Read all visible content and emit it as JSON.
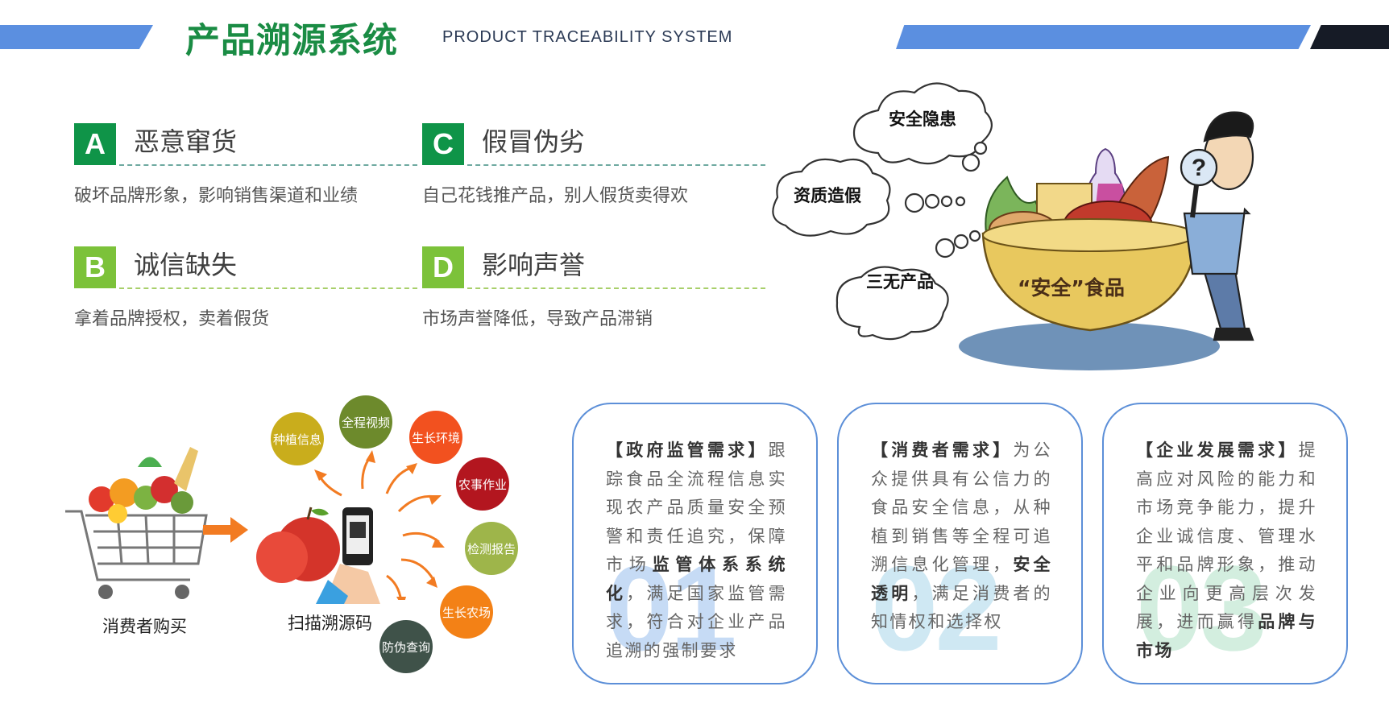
{
  "header": {
    "title": "产品溯源系统",
    "subtitle": "PRODUCT TRACEABILITY SYSTEM",
    "colors": {
      "accent_blue": "#5b8fe0",
      "dark": "#161b26",
      "title_green": "#1a8c44"
    }
  },
  "problems": [
    {
      "letter": "A",
      "title": "恶意窜货",
      "desc": "破坏品牌形象，影响销售渠道和业绩"
    },
    {
      "letter": "B",
      "title": "诚信缺失",
      "desc": "拿着品牌授权，卖着假货"
    },
    {
      "letter": "C",
      "title": "假冒伪劣",
      "desc": "自己花钱推产品，别人假货卖得欢"
    },
    {
      "letter": "D",
      "title": "影响声誉",
      "desc": "市场声誉降低，导致产品滞销"
    }
  ],
  "cartoon": {
    "clouds": [
      "安全隐患",
      "资质造假",
      "三无产品"
    ],
    "bowl_label": "“安全”食品"
  },
  "flow": {
    "step1": "消费者购买",
    "step2": "扫描溯源码",
    "circles": [
      {
        "label": "种植信息",
        "color": "#c9ad1c"
      },
      {
        "label": "全程视频",
        "color": "#6d8a2c"
      },
      {
        "label": "生长环境",
        "color": "#f2511f"
      },
      {
        "label": "农事作业",
        "color": "#b3161f"
      },
      {
        "label": "检测报告",
        "color": "#9eb54a"
      },
      {
        "label": "生长农场",
        "color": "#f38116"
      },
      {
        "label": "防伪查询",
        "color": "#3f5249"
      }
    ]
  },
  "cards": [
    {
      "number": "01",
      "head": "【政府监管需求】",
      "body1": "跟踪食品全流程信息实现农产品质量安全预警和责任追究，保障市场",
      "bold": "监管体系系统化",
      "body2": "，满足国家监管需求，符合对企业产品追溯的强制要求",
      "watermark_color": "#c6dbf5"
    },
    {
      "number": "02",
      "head": "【消费者需求】",
      "body1": "为公众提供具有公信力的食品安全信息，从种植到销售等全程可追溯信息化管理，",
      "bold": "安全透明",
      "body2": "，满足消费者的知情权和选择权",
      "watermark_color": "#cfe8f3"
    },
    {
      "number": "03",
      "head": "【企业发展需求】",
      "body1": "提高应对风险的能力和市场竞争能力，提升企业诚信度、管理水平和品牌形象，推动企业向更高层次发展，进而赢得",
      "bold": "品牌与市场",
      "body2": "",
      "watermark_color": "#d3eedf"
    }
  ]
}
